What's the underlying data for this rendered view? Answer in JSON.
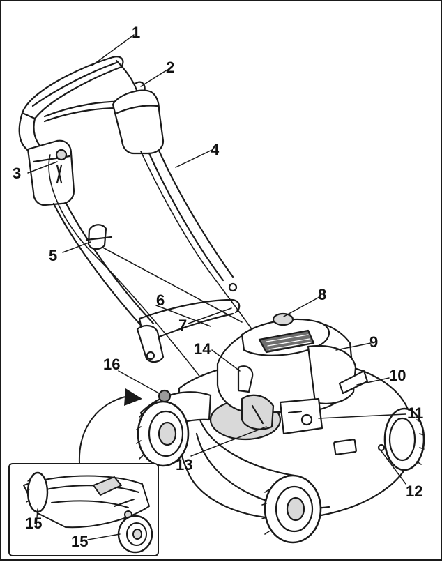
{
  "diagram": {
    "callouts": [
      {
        "id": "c1",
        "text": "1"
      },
      {
        "id": "c2",
        "text": "2"
      },
      {
        "id": "c3",
        "text": "3"
      },
      {
        "id": "c4",
        "text": "4"
      },
      {
        "id": "c5",
        "text": "5"
      },
      {
        "id": "c6",
        "text": "6"
      },
      {
        "id": "c7",
        "text": "7"
      },
      {
        "id": "c8",
        "text": "8"
      },
      {
        "id": "c9",
        "text": "9"
      },
      {
        "id": "c10",
        "text": "10"
      },
      {
        "id": "c11",
        "text": "11"
      },
      {
        "id": "c12",
        "text": "12"
      },
      {
        "id": "c13",
        "text": "13"
      },
      {
        "id": "c14",
        "text": "14"
      },
      {
        "id": "c15a",
        "text": "15"
      },
      {
        "id": "c15b",
        "text": "15"
      },
      {
        "id": "c16",
        "text": "16"
      }
    ],
    "colors": {
      "line": "#1a1a1a",
      "grey_fill": "#d9d9d9",
      "dark_fill": "#6e6e6e",
      "marker": "#9a9a9a",
      "background": "#ffffff"
    }
  }
}
